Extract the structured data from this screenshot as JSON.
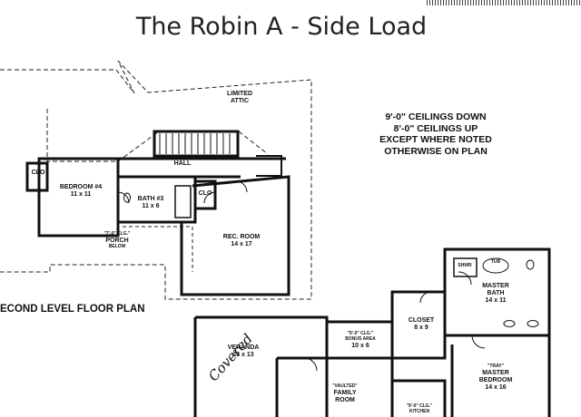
{
  "title": "The Robin A - Side Load",
  "ceiling_note": [
    "9'-0\" CEILINGS DOWN",
    "8'-0\" CEILINGS UP",
    "EXCEPT WHERE NOTED",
    "OTHERWISE ON PLAN"
  ],
  "floor_label": "ECOND LEVEL FLOOR PLAN",
  "annotation": "Covered",
  "rooms": {
    "attic": [
      "LIMITED",
      "ATTIC"
    ],
    "hall": [
      "HALL"
    ],
    "clo_left": [
      "CLO"
    ],
    "bedroom4": [
      "BEDROOM #4",
      "11 x 11"
    ],
    "bath3": [
      "BATH #3",
      "11 x 6"
    ],
    "clo_mid": [
      "CLO"
    ],
    "porch": [
      "\"7'-0\" CLG.\"",
      "PORCH",
      "BELOW"
    ],
    "rec_room": [
      "REC. ROOM",
      "14 x 17"
    ],
    "shower": [
      "SHWR"
    ],
    "tub": [
      "TUB"
    ],
    "master_bath": [
      "MASTER",
      "BATH",
      "14 x 11"
    ],
    "closet": [
      "CLOSET",
      "8 x 9"
    ],
    "veranda": [
      "VERANDA",
      "28 x 13"
    ],
    "nook": [
      "\"9'-0\" CLG.\"",
      "BONUS AREA",
      "10 x 6"
    ],
    "master_bedroom": [
      "\"TRAY\"",
      "MASTER",
      "BEDROOM",
      "14 x 16"
    ],
    "family_room": [
      "\"VAULTED\"",
      "FAMILY",
      "ROOM"
    ],
    "kitchen": [
      "\"9'-0\" CLG.\"",
      "KITCHEN"
    ]
  }
}
